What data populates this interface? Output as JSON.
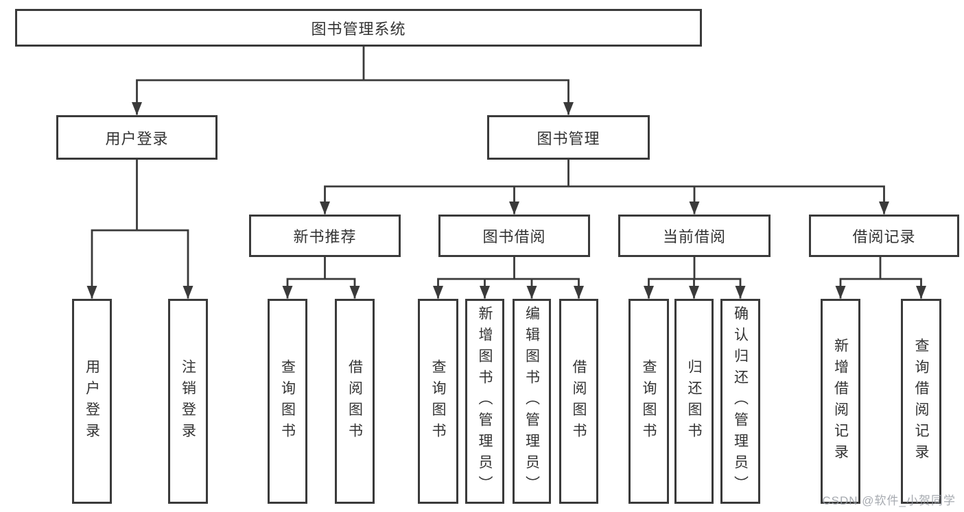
{
  "tree": {
    "label": "图书管理系统",
    "children": [
      {
        "label": "用户登录",
        "children": [
          {
            "label": "用户登录"
          },
          {
            "label": "注销登录"
          }
        ]
      },
      {
        "label": "图书管理",
        "children": [
          {
            "label": "新书推荐",
            "children": [
              {
                "label": "查询图书"
              },
              {
                "label": "借阅图书"
              }
            ]
          },
          {
            "label": "图书借阅",
            "children": [
              {
                "label": "查询图书"
              },
              {
                "label": "新增图书（管理员）"
              },
              {
                "label": "编辑图书（管理员）"
              },
              {
                "label": "借阅图书"
              }
            ]
          },
          {
            "label": "当前借阅",
            "children": [
              {
                "label": "查询图书"
              },
              {
                "label": "归还图书"
              },
              {
                "label": "确认归还（管理员）"
              }
            ]
          },
          {
            "label": "借阅记录",
            "children": [
              {
                "label": "新增借阅记录"
              },
              {
                "label": "查询借阅记录"
              }
            ]
          }
        ]
      }
    ]
  },
  "watermark": "CSDN @软件_小贺同学",
  "colors": {
    "line": "#3a3a3a",
    "text": "#333333",
    "box_fill": "#ffffff",
    "watermark": "#969ba2"
  }
}
